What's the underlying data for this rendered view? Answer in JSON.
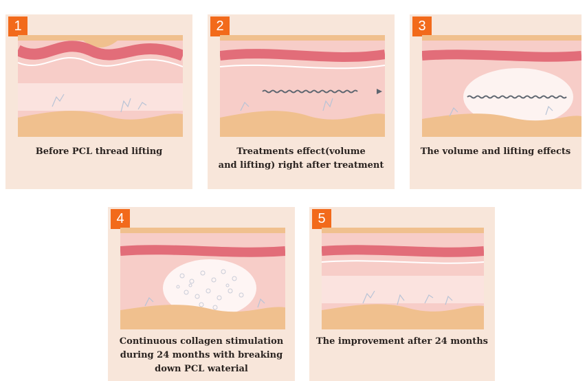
{
  "panels": [
    {
      "number": "1",
      "caption": "Before PCL thread lifting"
    },
    {
      "number": "2",
      "caption": "Treatments effect(volume\nand lifting) right after treatment"
    },
    {
      "number": "3",
      "caption": "The volume and lifting effects"
    },
    {
      "number": "4",
      "caption": "Continuous collagen stimulation\nduring 24 months with breaking\ndown PCL waterial"
    },
    {
      "number": "5",
      "caption": "The improvement after 24 months"
    }
  ],
  "colors": {
    "panel_bg": "#f8e6da",
    "badge": "#f26a1b",
    "skin_top": "#f0c08e",
    "dermis": "#f7cdc8",
    "muscle_band": "#e26d79",
    "fat_layer": "#f0c08e",
    "thread": "#5e6670",
    "collagen_glow": "#ffffff"
  }
}
